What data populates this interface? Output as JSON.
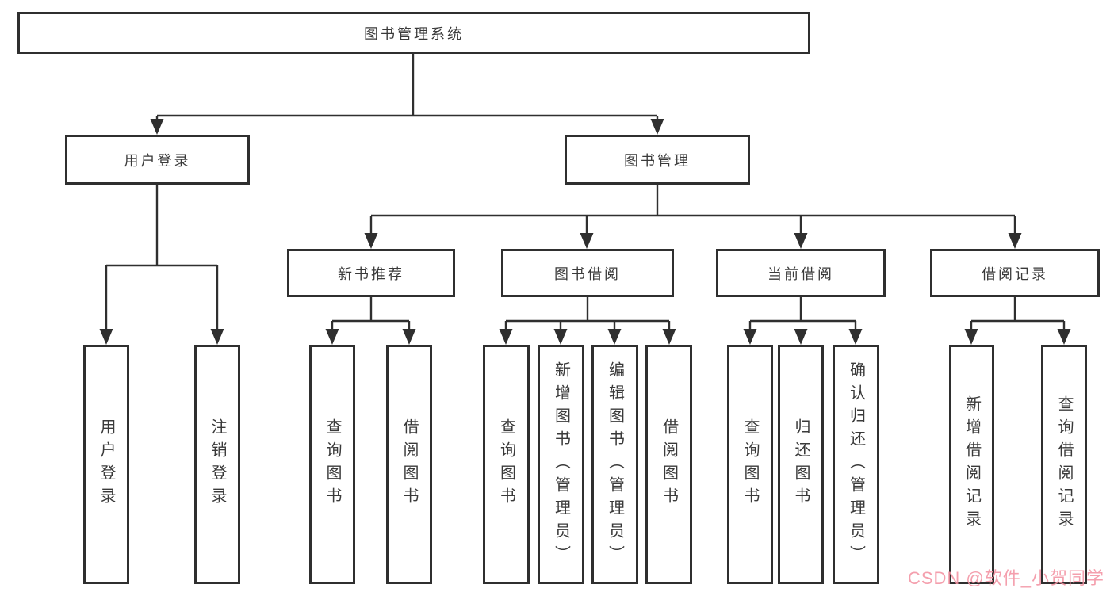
{
  "diagram": {
    "title": "图书管理系统",
    "root_label": "图书管理系统",
    "user": {
      "label": "用户登录",
      "children": [
        "用户登录",
        "注销登录"
      ]
    },
    "mgmt": {
      "label": "图书管理",
      "sections": [
        {
          "label": "新书推荐",
          "children": [
            "查询图书",
            "借阅图书"
          ]
        },
        {
          "label": "图书借阅",
          "children": [
            "查询图书",
            "新增图书（管理员）",
            "编辑图书（管理员）",
            "借阅图书"
          ]
        },
        {
          "label": "当前借阅",
          "children": [
            "查询图书",
            "归还图书",
            "确认归还（管理员）"
          ]
        },
        {
          "label": "借阅记录",
          "children": [
            "新增借阅记录",
            "查询借阅记录"
          ]
        }
      ]
    }
  },
  "watermark": {
    "text": "CSDN @软件_小贺同学",
    "color": "#f292a2"
  },
  "colors": {
    "line": "#2f2f2f",
    "border": "#2f2f2f",
    "text": "#3a3a3a",
    "background": "#ffffff"
  }
}
